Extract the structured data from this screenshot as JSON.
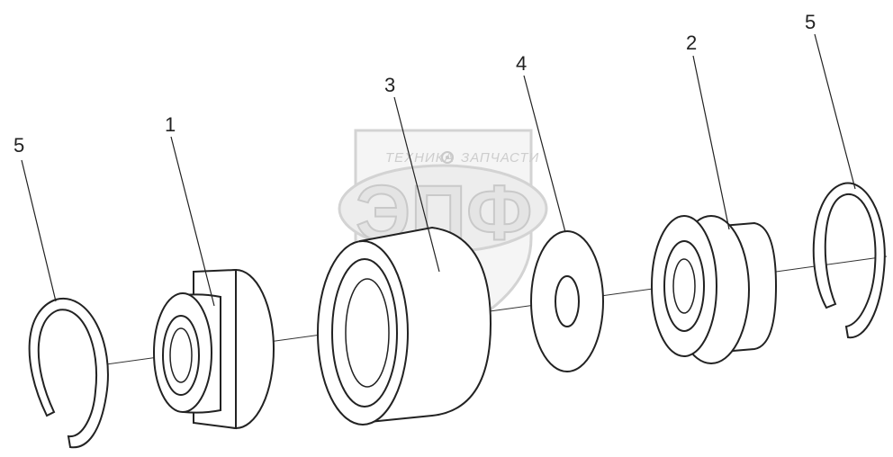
{
  "watermark": {
    "top_text_left": "ТЕХНИКА",
    "top_text_right": "ЗАПЧАСТИ",
    "logo_text": "ЭПФ",
    "gear_icon": "gear-icon"
  },
  "callouts": [
    "5",
    "1",
    "3",
    "4",
    "2",
    "5"
  ]
}
